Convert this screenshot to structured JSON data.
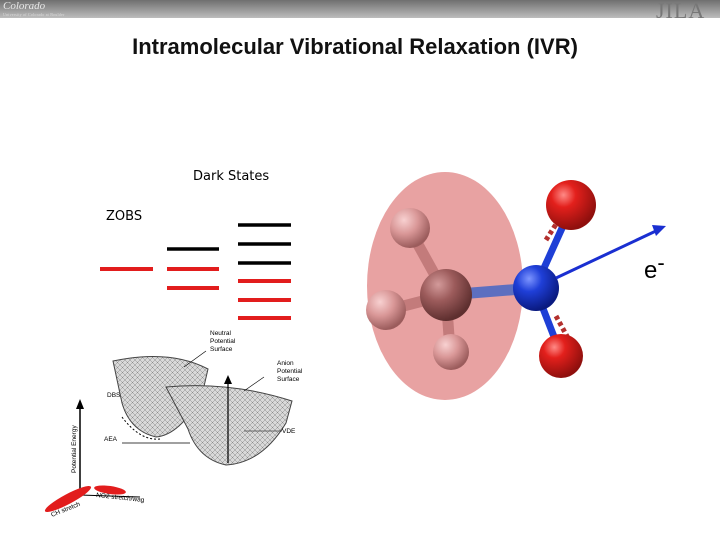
{
  "header": {
    "left_logo": "Colorado",
    "left_logo_sub": "University of Colorado at Boulder",
    "right_logo": "JILA"
  },
  "title": "Intramolecular Vibrational Relaxation (IVR)",
  "labels": {
    "dark_states": "Dark States",
    "zobs": "ZOBS",
    "electron": "e",
    "electron_sup": "-"
  },
  "pes": {
    "neutral": [
      "Neutral",
      "Potential",
      "Surface"
    ],
    "anion": [
      "Anion",
      "Potential",
      "Surface"
    ],
    "dbs": "DBS",
    "aea": "AEA",
    "vde": "VDE",
    "y_axis": "Potential Energy",
    "x_axis_left": "CH stretch",
    "x_axis_right": "NO2 stretch/wag"
  },
  "colors": {
    "red_level": "#e21d1d",
    "black_level": "#000000",
    "oxygen": "#d8221f",
    "nitrogen": "#1e3fd6",
    "carbon": "#9b5a5a",
    "hydrogen": "#d99a9a",
    "halo": "#e9a3a3",
    "arrow": "#1a2fd1"
  }
}
